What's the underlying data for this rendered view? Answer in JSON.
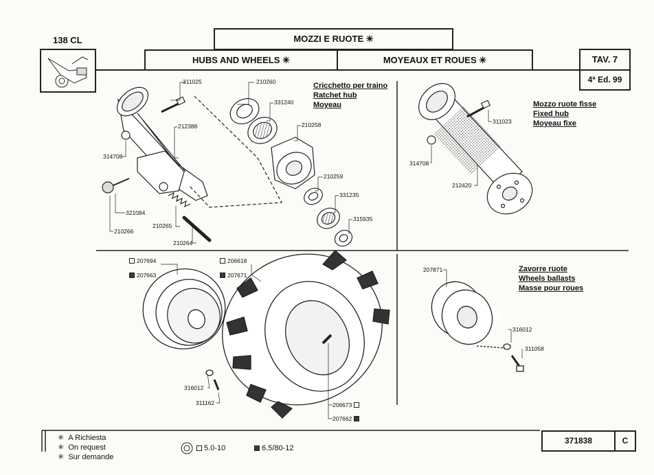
{
  "header": {
    "model": "138 CL",
    "title_it": "MOZZI E RUOTE",
    "title_en": "HUBS AND WHEELS",
    "title_fr": "MOYEAUX ET ROUES",
    "star": "✳",
    "table_label": "TAV. 7",
    "edition": "4ª Ed. 99"
  },
  "sections": {
    "ratchet_hub": [
      "Cricchetto per traino",
      "Ratchet hub",
      "Moyeau"
    ],
    "fixed_hub": [
      "Mozzo ruote fisse",
      "Fixed hub",
      "Moyeau fixe"
    ],
    "ballasts": [
      "Zavorre ruote",
      "Wheels ballasts",
      "Masse pour roues"
    ]
  },
  "parts": {
    "p311025": "311025",
    "p210260": "210260",
    "p331240": "331240",
    "p212388": "212388",
    "p210258": "210258",
    "p314708a": "314708",
    "p210259": "210259",
    "p331235": "331235",
    "p321084": "321084",
    "p315935": "315935",
    "p210265": "210265",
    "p210266": "210266",
    "p210264": "210264",
    "p311023": "311023",
    "p314708b": "314708",
    "p212420": "212420",
    "p207694": "207694",
    "p207663": "207663",
    "p206618": "206618",
    "p207671": "207671",
    "p316012a": "316012",
    "p311162": "311162",
    "p206673": "206673",
    "p207662": "207662",
    "p207871": "207871",
    "p316012b": "316012",
    "p311058": "311058"
  },
  "footer": {
    "note_it": "A Richiesta",
    "note_en": "On request",
    "note_fr": "Sur demande",
    "size_open": "5.0-10",
    "size_filled": "6.5/80-12",
    "doc_number": "371838",
    "letter": "C"
  }
}
